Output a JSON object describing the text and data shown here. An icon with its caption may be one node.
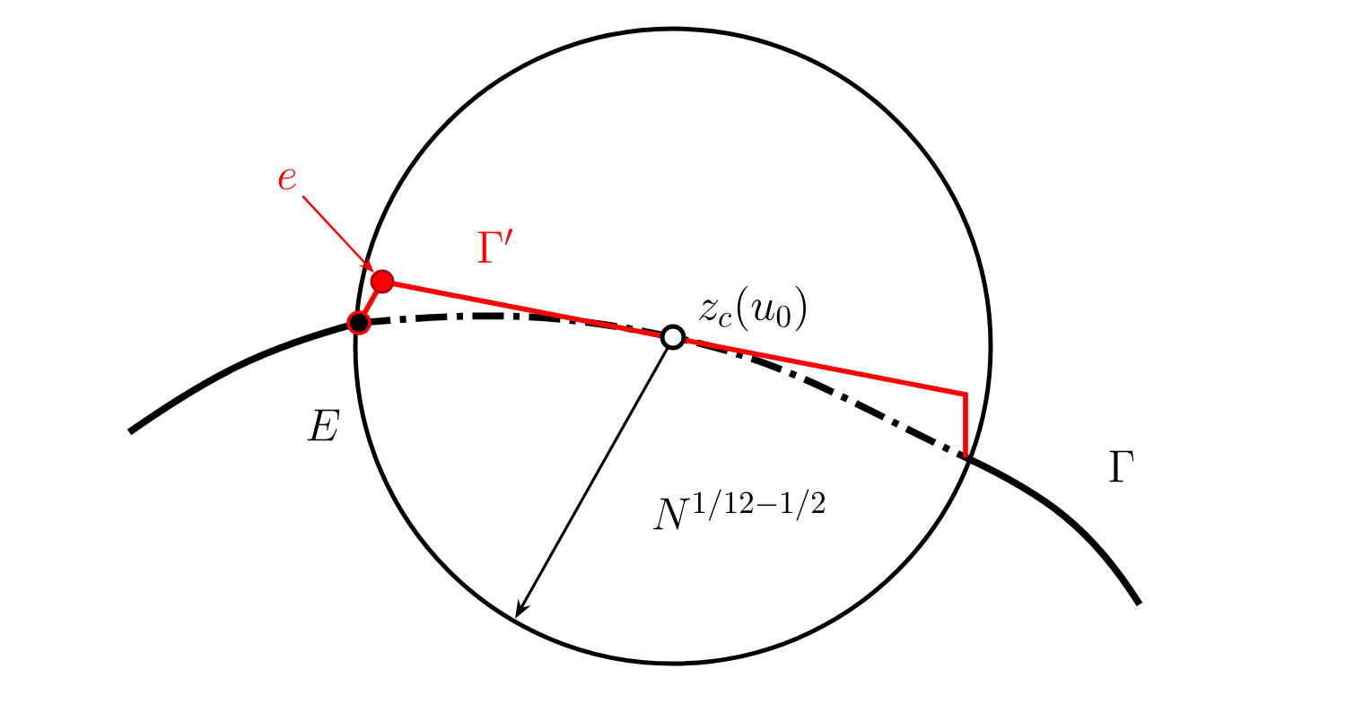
{
  "diagram": {
    "nodes": [
      {
        "text": [
          "e"
        ]
      },
      {
        "text": [],
        "shape": "dot"
      }
    ],
    "edges": [
      {
        "from": 0,
        "to": 1,
        "arrow": "to"
      }
    ],
    "labels": [
      "\\Gamma'",
      "z_c(u_0)",
      "E",
      "N^{1/12-1/2}",
      "\\Gamma"
    ]
  }
}
